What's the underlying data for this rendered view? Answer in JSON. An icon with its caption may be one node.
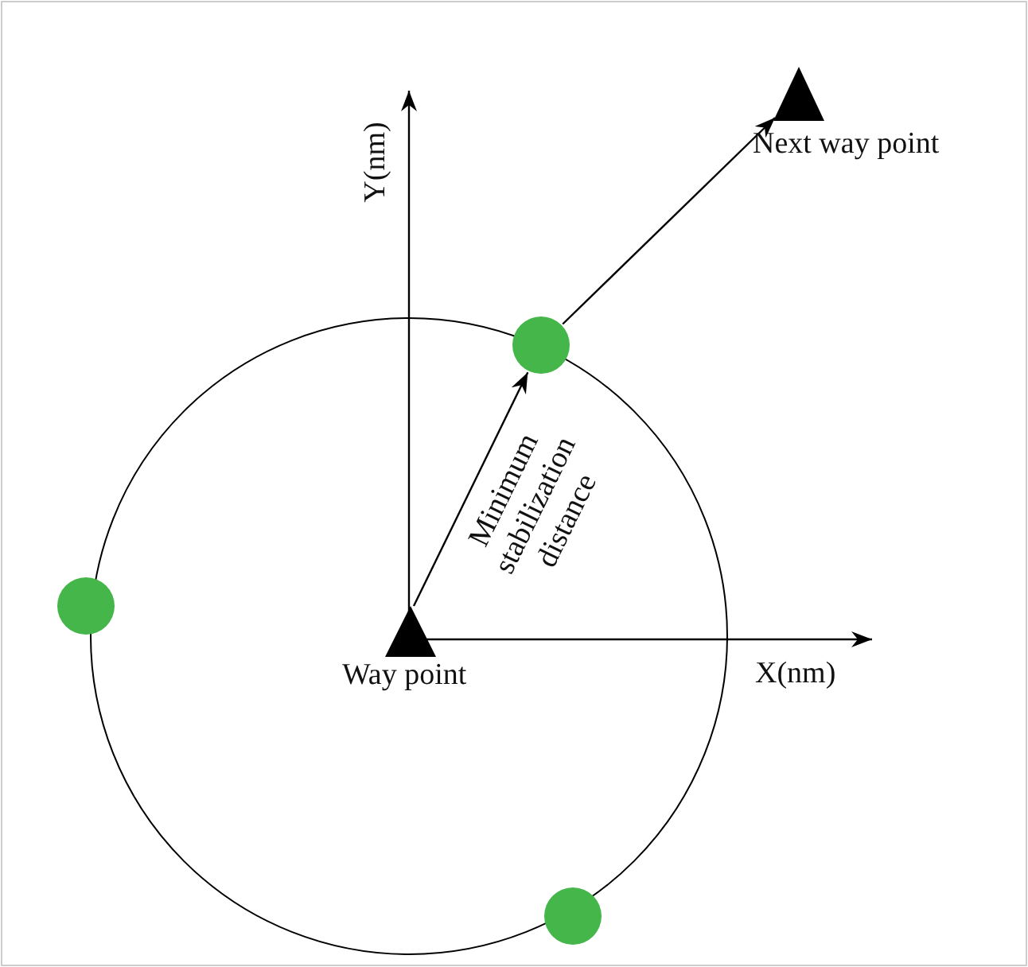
{
  "diagram": {
    "nodes": [
      {
        "text": [
          "Way point"
        ]
      },
      {
        "text": [
          "Next way point"
        ]
      },
      {
        "text": [],
        "shape": "circle"
      },
      {
        "text": [],
        "shape": "circle"
      },
      {
        "text": [],
        "shape": "circle"
      }
    ],
    "edges": [
      {
        "from": 0,
        "to": 3,
        "arrow": "to",
        "label": "Minimum stabilization distance"
      },
      {
        "from": 3,
        "to": 1,
        "arrow": "to"
      }
    ],
    "labels": [
      "Y(nm)",
      "X(nm)"
    ]
  }
}
